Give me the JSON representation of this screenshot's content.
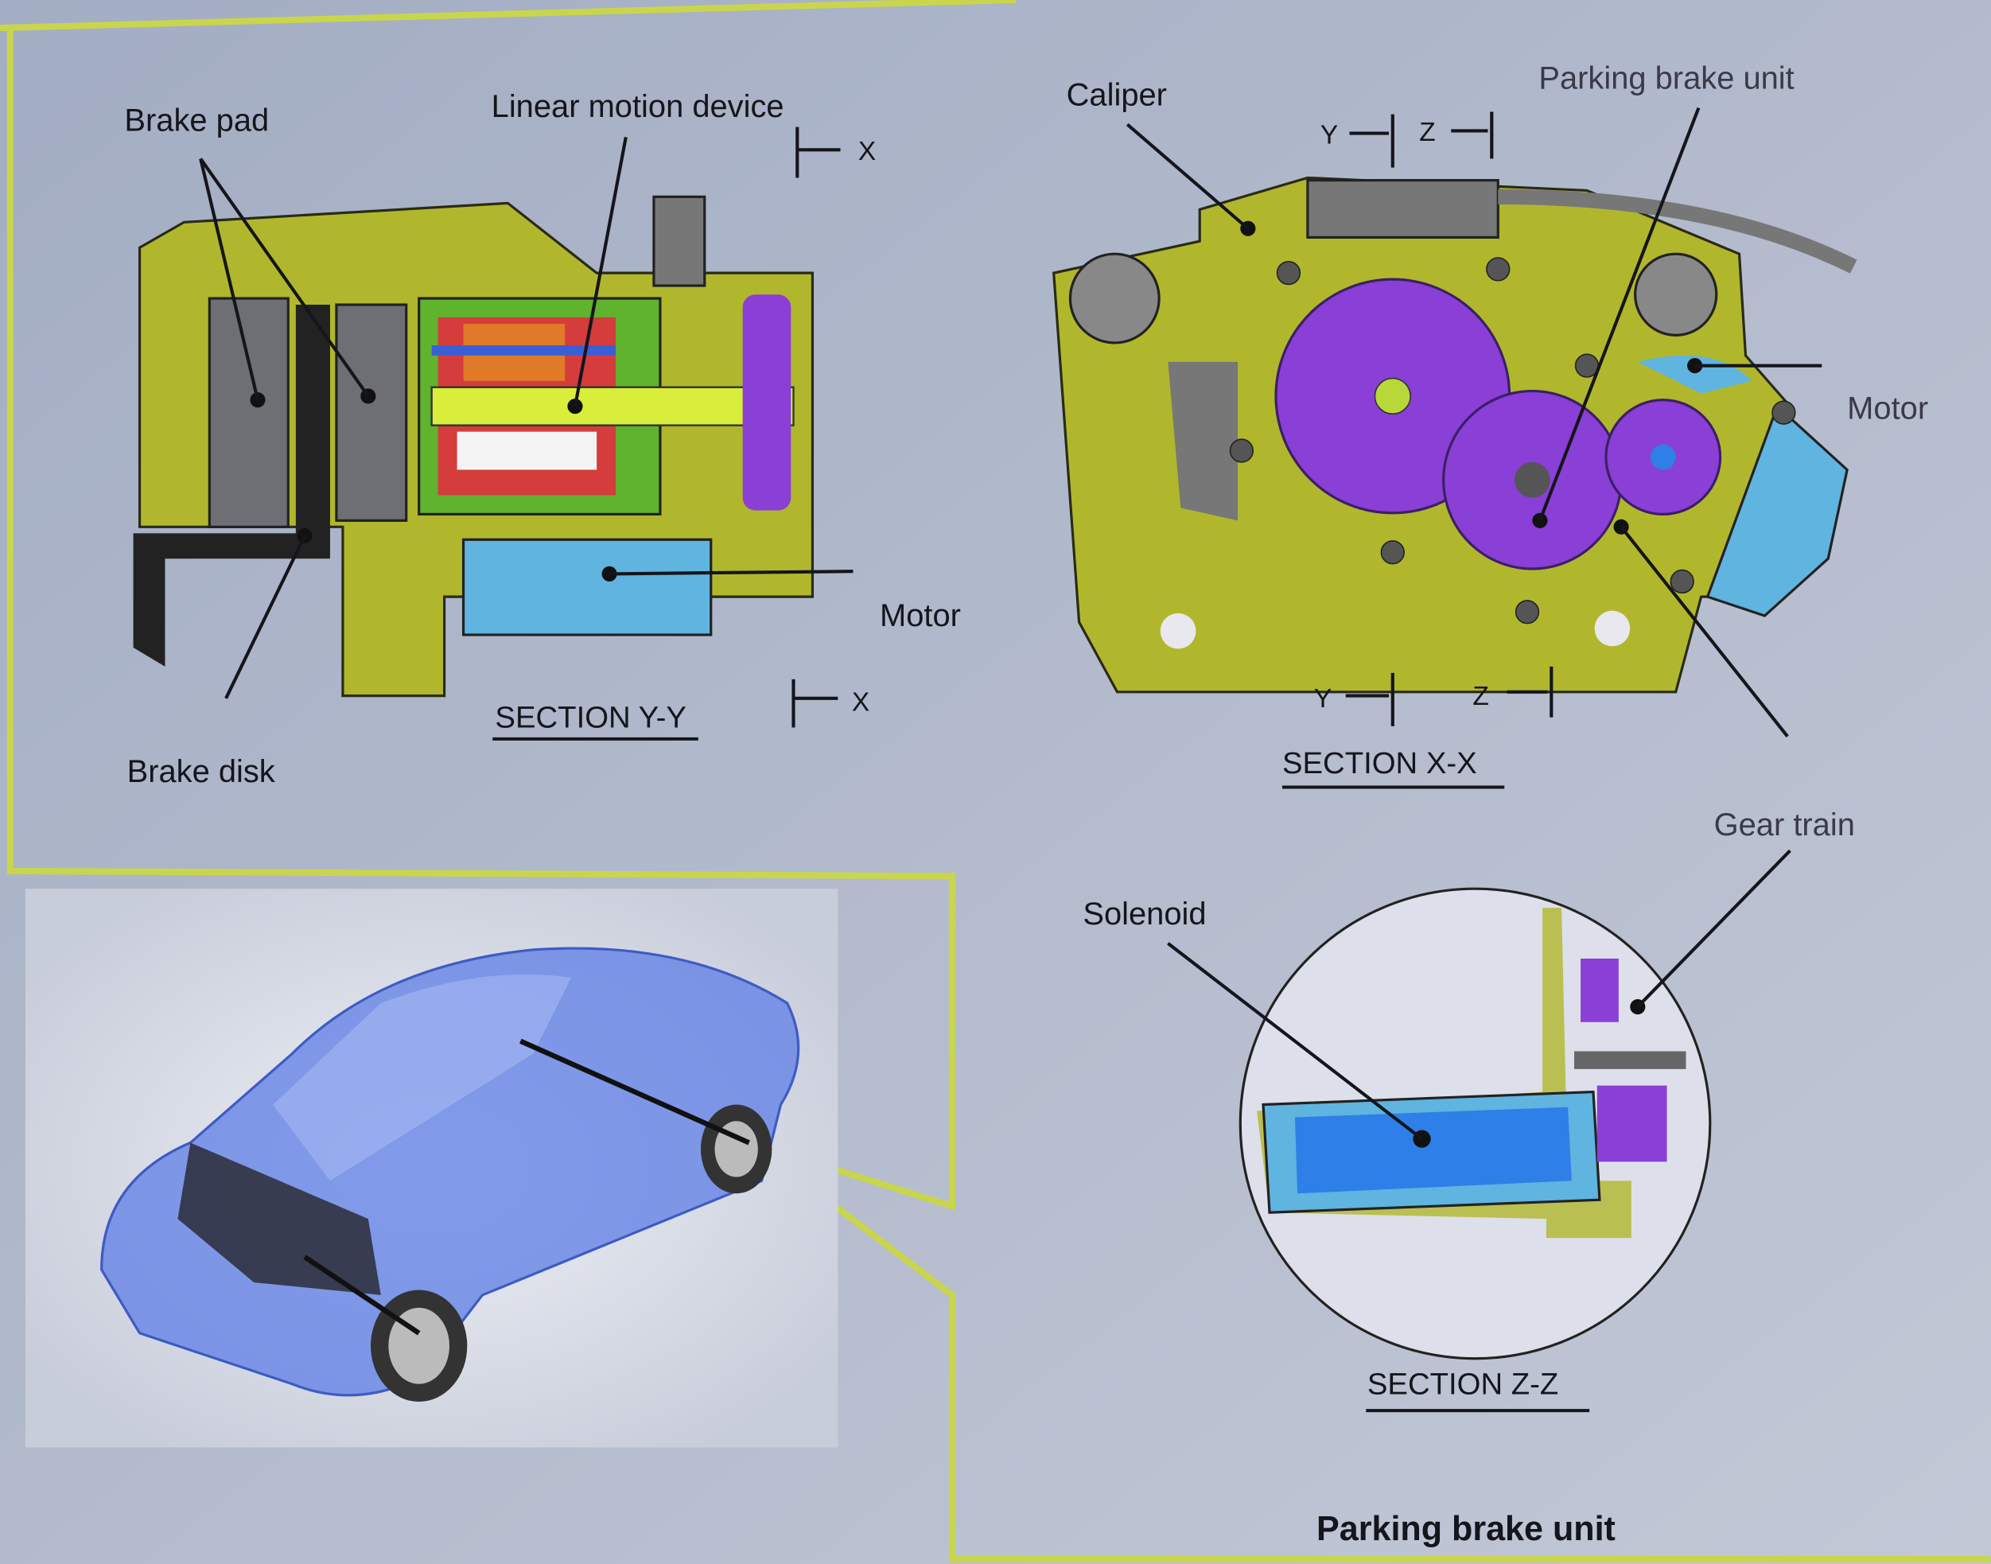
{
  "section_yy": {
    "title": "SECTION Y-Y",
    "labels": {
      "brake_pad": "Brake pad",
      "linear_motion_device": "Linear motion device",
      "motor": "Motor",
      "brake_disk": "Brake disk",
      "x_marker": "X"
    }
  },
  "section_xx": {
    "title": "SECTION X-X",
    "labels": {
      "caliper": "Caliper",
      "parking_brake_unit": "Parking brake unit",
      "motor": "Motor",
      "y_marker": "Y",
      "z_marker": "Z"
    }
  },
  "section_zz": {
    "title": "SECTION Z-Z",
    "labels": {
      "solenoid": "Solenoid",
      "gear_train": "Gear train"
    }
  },
  "caption": "Parking brake unit",
  "colors": {
    "background": "#a9b2c6",
    "caliper": "#b1b72c",
    "frame": "#c9d64b",
    "gear": "#8a3fd6",
    "motor": "#5fb4e0",
    "solenoid": "#2f7fe8"
  }
}
